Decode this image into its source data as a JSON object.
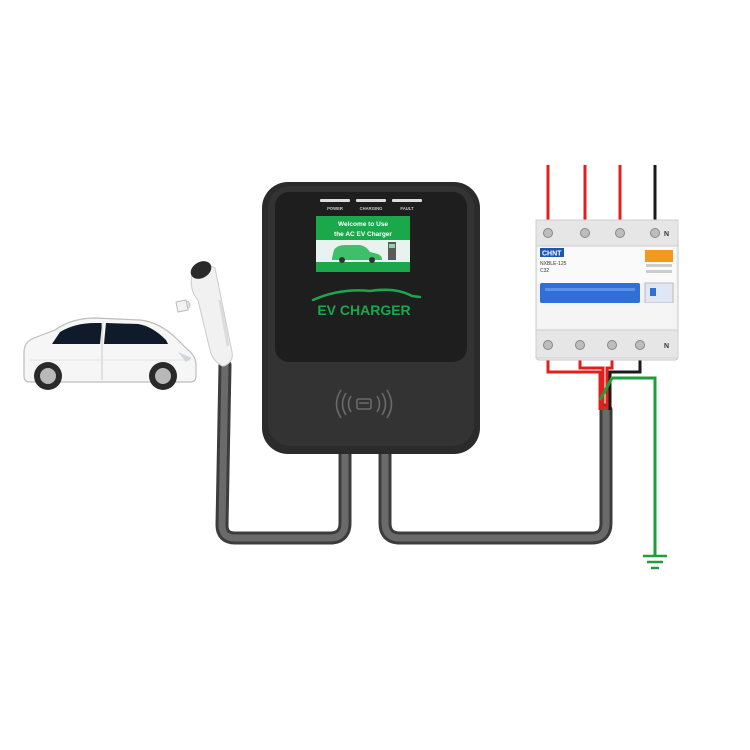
{
  "charger": {
    "indicators": [
      "POWER",
      "CHARGING",
      "FAULT"
    ],
    "screen_line1": "Welcome to Use",
    "screen_line2": "the AC EV Charger",
    "brand_text": "EV CHARGER",
    "rfid_icon": "rfid-card-reader-icon"
  },
  "breaker": {
    "brand": "CHNT",
    "model": "NXBLE-125",
    "rating": "C32",
    "neutral_mark": "N"
  },
  "ground_icon": "ground-symbol-icon",
  "colors": {
    "charger_body": "#2b2b2b",
    "brand_green": "#1aa84b",
    "phase_wire": "#e0201c",
    "neutral_wire": "#1a1a1a",
    "earth_wire": "#1f9d3a",
    "cable": "#555555",
    "breaker_handle": "#2f6fd6"
  }
}
